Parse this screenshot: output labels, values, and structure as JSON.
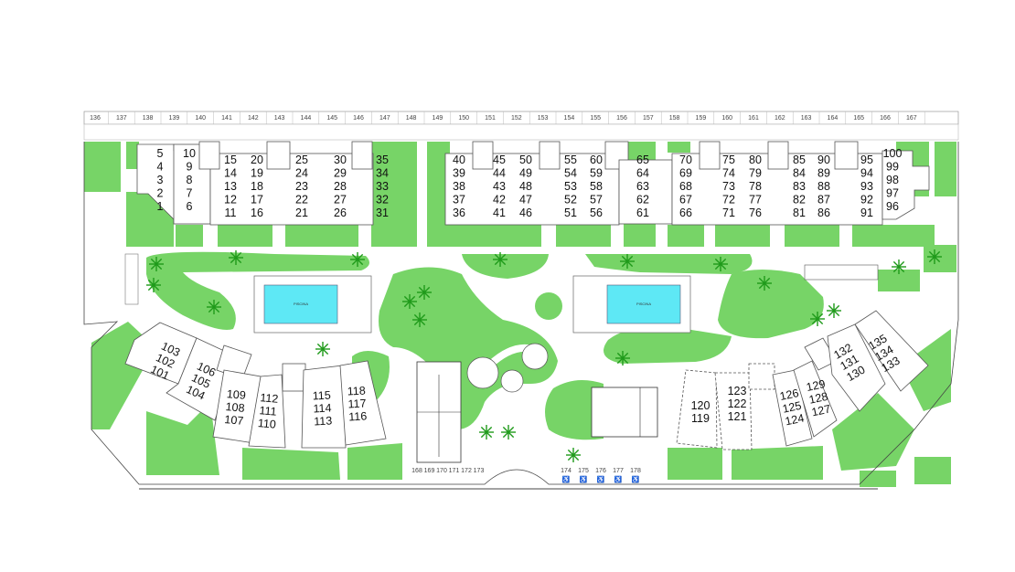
{
  "colors": {
    "grass": "#77d467",
    "pool": "#5ee8f5",
    "building": "#ffffff",
    "outline": "#555555"
  },
  "parking_top": [
    "136",
    "137",
    "138",
    "139",
    "140",
    "141",
    "142",
    "143",
    "144",
    "145",
    "146",
    "147",
    "148",
    "149",
    "150",
    "151",
    "152",
    "153",
    "154",
    "155",
    "156",
    "157",
    "158",
    "159",
    "160",
    "161",
    "162",
    "163",
    "164",
    "165",
    "166",
    "167"
  ],
  "parking_bottom_left": [
    "168",
    "169",
    "170",
    "171",
    "172",
    "173"
  ],
  "parking_bottom_right": [
    "174",
    "175",
    "176",
    "177",
    "178"
  ],
  "top_units": [
    [
      "5",
      "4",
      "3",
      "2",
      "1"
    ],
    [
      "10",
      "9",
      "8",
      "7",
      "6"
    ],
    [
      "15",
      "14",
      "13",
      "12",
      "11"
    ],
    [
      "20",
      "19",
      "18",
      "17",
      "16"
    ],
    [
      "25",
      "24",
      "23",
      "22",
      "21"
    ],
    [
      "30",
      "29",
      "28",
      "27",
      "26"
    ],
    [
      "35",
      "34",
      "33",
      "32",
      "31"
    ],
    [
      "40",
      "39",
      "38",
      "37",
      "36"
    ],
    [
      "45",
      "44",
      "43",
      "42",
      "41"
    ],
    [
      "50",
      "49",
      "48",
      "47",
      "46"
    ],
    [
      "55",
      "54",
      "53",
      "52",
      "51"
    ],
    [
      "60",
      "59",
      "58",
      "57",
      "56"
    ],
    [
      "65",
      "64",
      "63",
      "62",
      "61"
    ],
    [
      "70",
      "69",
      "68",
      "67",
      "66"
    ],
    [
      "75",
      "74",
      "73",
      "72",
      "71"
    ],
    [
      "80",
      "79",
      "78",
      "77",
      "76"
    ],
    [
      "85",
      "84",
      "83",
      "82",
      "81"
    ],
    [
      "90",
      "89",
      "88",
      "87",
      "86"
    ],
    [
      "95",
      "94",
      "93",
      "92",
      "91"
    ],
    [
      "100",
      "99",
      "98",
      "97",
      "96"
    ]
  ],
  "lower_units": [
    [
      "103",
      "102",
      "101"
    ],
    [
      "106",
      "105",
      "104"
    ],
    [
      "109",
      "108",
      "107"
    ],
    [
      "112",
      "111",
      "110"
    ],
    [
      "115",
      "114",
      "113"
    ],
    [
      "118",
      "117",
      "116"
    ],
    [
      "120",
      "119"
    ],
    [
      "123",
      "122",
      "121"
    ],
    [
      "126",
      "125",
      "124"
    ],
    [
      "129",
      "128",
      "127"
    ],
    [
      "132",
      "131",
      "130"
    ],
    [
      "135",
      "134",
      "133"
    ]
  ],
  "pools": [
    {
      "label": "PISCINA"
    },
    {
      "label": "PISCINA"
    }
  ],
  "icons": {
    "tree": "palm-tree-icon",
    "accessible-parking": "wheelchair-icon"
  }
}
